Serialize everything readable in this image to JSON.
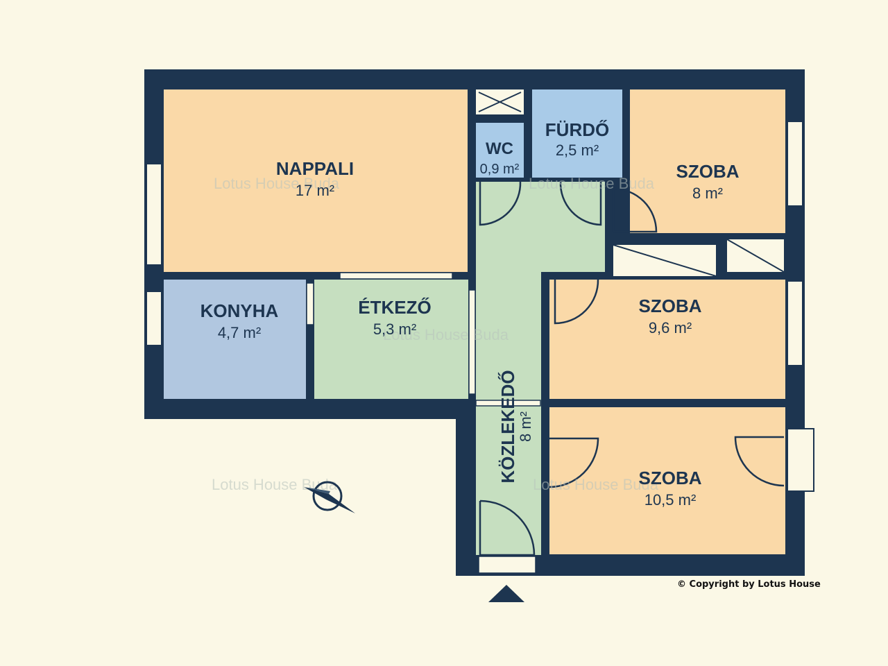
{
  "rooms": {
    "nappali": {
      "name": "NAPPALI",
      "area": "17 m²",
      "color": "#fad9a8"
    },
    "konyha": {
      "name": "KONYHA",
      "area": "4,7 m²",
      "color": "#b1c7e0"
    },
    "etkezo": {
      "name": "ÉTKEZŐ",
      "area": "5,3 m²",
      "color": "#c6dfc0"
    },
    "wc": {
      "name": "WC",
      "area": "0,9 m²",
      "color": "#a9cbe8"
    },
    "furdo": {
      "name": "FÜRDŐ",
      "area": "2,5 m²",
      "color": "#a9cbe8"
    },
    "szoba1": {
      "name": "SZOBA",
      "area": "8 m²",
      "color": "#fad9a8"
    },
    "szoba2": {
      "name": "SZOBA",
      "area": "9,6 m²",
      "color": "#fad9a8"
    },
    "szoba3": {
      "name": "SZOBA",
      "area": "10,5 m²",
      "color": "#fad9a8"
    },
    "kozlekedo": {
      "name": "KÖZLEKEDŐ",
      "area": "8 m²",
      "color": "#c6dfc0"
    }
  },
  "watermark": "Lotus House Buda",
  "copyright": "© Copyright by Lotus House",
  "colors": {
    "wall": "#1d3550",
    "background": "#fbf8e6"
  }
}
